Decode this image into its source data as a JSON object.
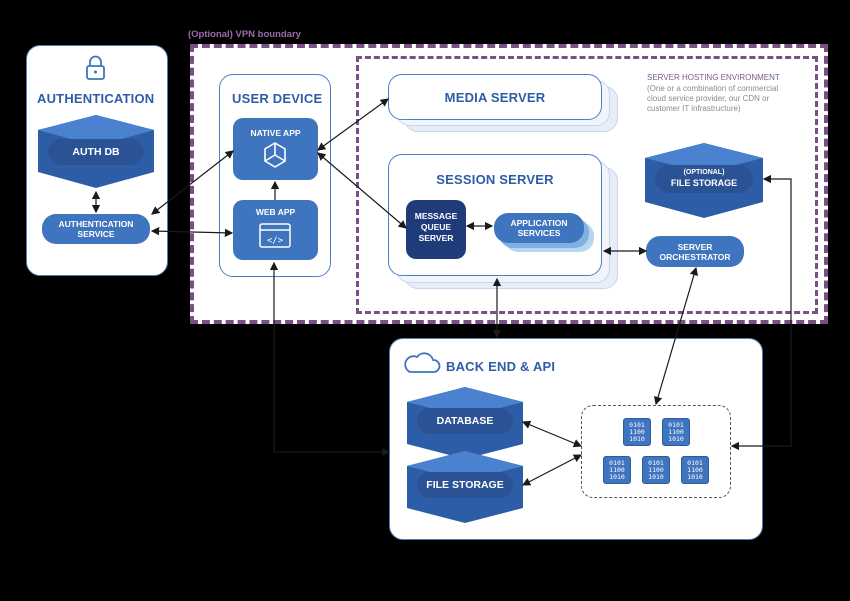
{
  "vpn_label": "(Optional) VPN boundary",
  "server_env": {
    "title": "SERVER HOSTING ENVIRONMENT",
    "desc_1": "(One or a combination of commercial",
    "desc_2": "cloud service provider, our CDN or",
    "desc_3": "customer IT infrastructure)"
  },
  "authentication": {
    "title": "AUTHENTICATION",
    "db": "AUTH DB",
    "service_1": "AUTHENTICATION",
    "service_2": "SERVICE"
  },
  "user_device": {
    "title": "USER DEVICE",
    "native_app": "NATIVE APP",
    "web_app": "WEB APP"
  },
  "media_server": "MEDIA SERVER",
  "session_server": {
    "title": "SESSION SERVER",
    "mq_1": "MESSAGE",
    "mq_2": "QUEUE",
    "mq_3": "SERVER",
    "app_1": "APPLICATION",
    "app_2": "SERVICES"
  },
  "file_storage_opt": {
    "line_1": "(OPTIONAL)",
    "line_2": "FILE STORAGE"
  },
  "orchestrator": {
    "line_1": "SERVER",
    "line_2": "ORCHESTRATOR"
  },
  "backend": {
    "title": "BACK END & API",
    "database": "DATABASE",
    "file_storage": "FILE STORAGE"
  },
  "binary_glyph": "0101\n1100\n1010",
  "colors": {
    "vpn_border": "#7a4f86",
    "accent": "#3f74bf",
    "title": "#2e5da8",
    "dark_node": "#1f3b7a"
  },
  "icons": [
    "lock-icon",
    "unity-icon",
    "code-window-icon",
    "cloud-icon",
    "server-node-icon"
  ]
}
